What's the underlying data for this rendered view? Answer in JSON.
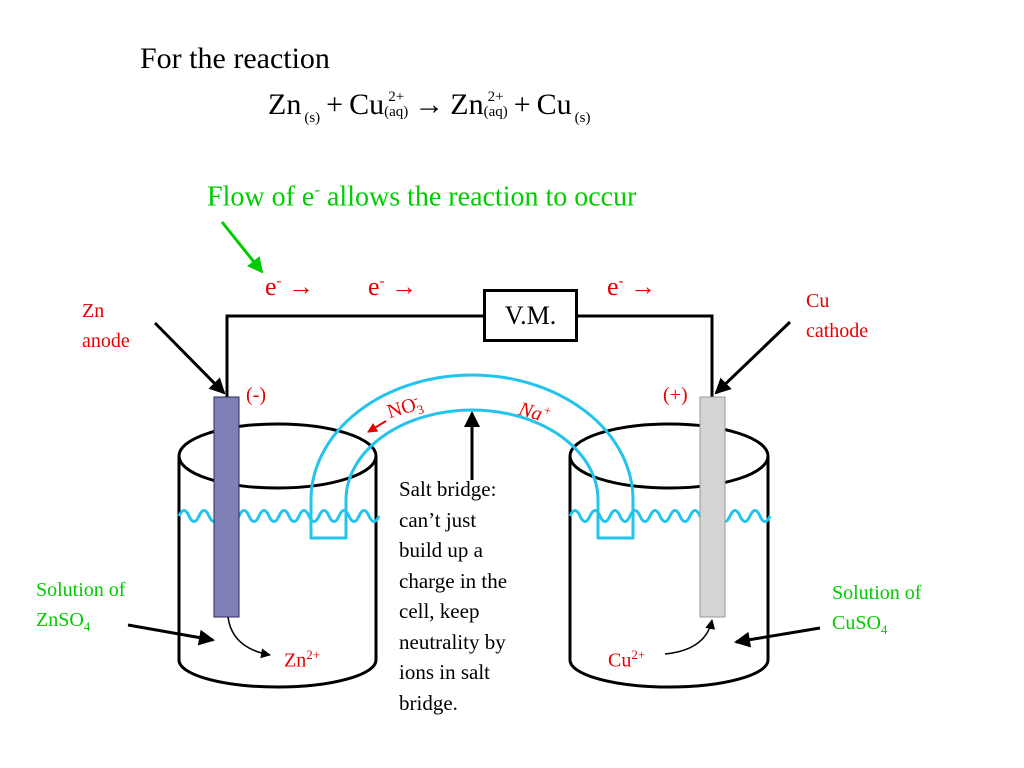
{
  "header": {
    "intro": "For the reaction",
    "equation": {
      "zn": "Zn",
      "zn_state": "(s)",
      "plus1": "+",
      "cu_ion": "Cu",
      "cu_ion_charge": "2+",
      "cu_ion_state": "(aq)",
      "arrow": "→",
      "zn_ion": "Zn",
      "zn_ion_charge": "2+",
      "zn_ion_state": "(aq)",
      "plus2": "+",
      "cu": "Cu",
      "cu_state": "(s)"
    }
  },
  "flow_note": {
    "pre": "Flow of e",
    "sup": "-",
    "post": " allows the reaction to occur"
  },
  "electron_flow": [
    {
      "e": "e",
      "sup": "-",
      "arrow": " →"
    },
    {
      "e": "e",
      "sup": "-",
      "arrow": " →"
    },
    {
      "e": "e",
      "sup": "-",
      "arrow": " →"
    }
  ],
  "voltmeter": "V.M.",
  "anode": {
    "line1": "Zn",
    "line2": "anode",
    "sign": "(-)"
  },
  "cathode": {
    "line1": "Cu",
    "line2": "cathode",
    "sign": "(+)"
  },
  "left_solution": {
    "line1": "Solution of",
    "line2_main": "ZnSO",
    "line2_sub": "4"
  },
  "right_solution": {
    "line1": "Solution of",
    "line2_main": "CuSO",
    "line2_sub": "4"
  },
  "ions": {
    "zn_main": "Zn",
    "zn_sup": "2+",
    "cu_main": "Cu",
    "cu_sup": "2+",
    "nitrate_main": "NO",
    "nitrate_sub": "3",
    "nitrate_sup": "-",
    "sodium_main": "Na",
    "sodium_sup": "+"
  },
  "salt_bridge_note": [
    "Salt bridge:",
    "can’t just",
    "build up a",
    "charge in the",
    "cell, keep",
    "neutrality by",
    "ions in salt",
    "bridge."
  ],
  "colors": {
    "red": "#e60000",
    "green": "#00cc00",
    "salt_bridge": "#22c4ee",
    "zn_electrode": "#8080b8",
    "cu_electrode": "#d4d4d4"
  }
}
